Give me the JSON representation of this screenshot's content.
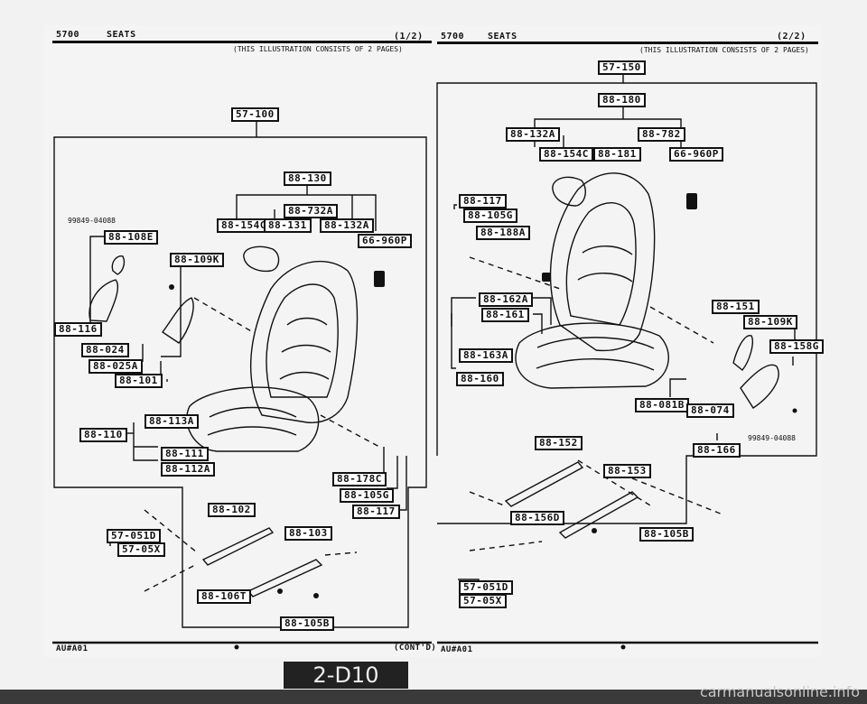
{
  "page_left": {
    "code": "5700",
    "title": "SEATS",
    "page": "(1/2)",
    "note": "(THIS ILLUSTRATION CONSISTS OF 2 PAGES)",
    "footer_code": "AU#A01",
    "footer_cont": "(CONT'D)"
  },
  "page_right": {
    "code": "5700",
    "title": "SEATS",
    "page": "(2/2)",
    "note": "(THIS ILLUSTRATION CONSISTS OF 2 PAGES)",
    "footer_code": "AU#A01"
  },
  "left_parts": {
    "p57_100": "57-100",
    "p88_130": "88-130",
    "p88_732a": "88-732A",
    "p88_154c": "88-154C",
    "p88_131": "88-131",
    "p88_132a": "88-132A",
    "p66_960p": "66-960P",
    "p88_108e": "88-108E",
    "p88_109k": "88-109K",
    "p88_116": "88-116",
    "p88_024": "88-024",
    "p88_025a": "88-025A",
    "p88_101": "88-101",
    "p88_113a": "88-113A",
    "p88_110": "88-110",
    "p88_111": "88-111",
    "p88_112a": "88-112A",
    "p88_178c": "88-178C",
    "p88_105g": "88-105G",
    "p88_117": "88-117",
    "p88_102": "88-102",
    "p88_103": "88-103",
    "p57_051d": "57-051D",
    "p57_05x": "57-05X",
    "p88_106t": "88-106T",
    "p88_105b": "88-105B",
    "partnum": "99849-04088"
  },
  "right_parts": {
    "p57_150": "57-150",
    "p88_180": "88-180",
    "p88_132a": "88-132A",
    "p88_782": "88-782",
    "p88_154c": "88-154C",
    "p88_181": "88-181",
    "p66_960p": "66-960P",
    "p88_117": "88-117",
    "p88_105g": "88-105G",
    "p88_188a": "88-188A",
    "p88_162a": "88-162A",
    "p88_151": "88-151",
    "p88_109k": "88-109K",
    "p88_158g": "88-158G",
    "p88_161": "88-161",
    "p88_163a": "88-163A",
    "p88_160": "88-160",
    "p88_081b": "88-081B",
    "p88_074": "88-074",
    "p88_166": "88-166",
    "partnum": "99849-04088",
    "p88_152": "88-152",
    "p88_153": "88-153",
    "p88_156d": "88-156D",
    "p88_105b": "88-105B",
    "p57_051d": "57-051D",
    "p57_05x": "57-05X"
  },
  "page_tag": "2-D10",
  "watermark": "carmanualsonline.info"
}
